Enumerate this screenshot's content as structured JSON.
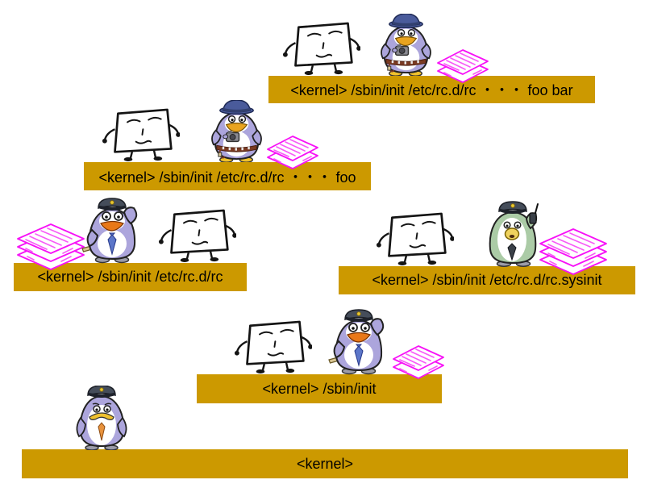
{
  "diagram": {
    "bars": [
      {
        "id": "bar-foo-bar",
        "label": "<kernel> /sbin/init /etc/rc.d/rc ・・・ foo bar"
      },
      {
        "id": "bar-foo",
        "label": "<kernel> /sbin/init /etc/rc.d/rc ・・・ foo"
      },
      {
        "id": "bar-rc",
        "label": "<kernel> /sbin/init /etc/rc.d/rc"
      },
      {
        "id": "bar-rc-sysinit",
        "label": "<kernel> /sbin/init /etc/rc.d/rc.sysinit"
      },
      {
        "id": "bar-sbin-init",
        "label": "<kernel> /sbin/init"
      },
      {
        "id": "bar-kernel",
        "label": "<kernel>"
      }
    ],
    "icons": [
      "process-box-icon",
      "penguin-detective-icon",
      "penguin-officer-salute-icon",
      "penguin-officer-radio-icon",
      "penguin-officer-sad-icon",
      "paper-stack-icon"
    ],
    "colors": {
      "bar_fill": "#CC9900",
      "bar_text": "#000000",
      "paper_outline": "#F711F7",
      "paper_line": "#F75BF7",
      "penguin_lavender": "#ACA5DC",
      "penguin_coat_green": "#ABCBA6",
      "cap_navy": "#454D5A",
      "fedora_blue": "#4A5B9B",
      "badge_gold": "#E8C832"
    }
  }
}
